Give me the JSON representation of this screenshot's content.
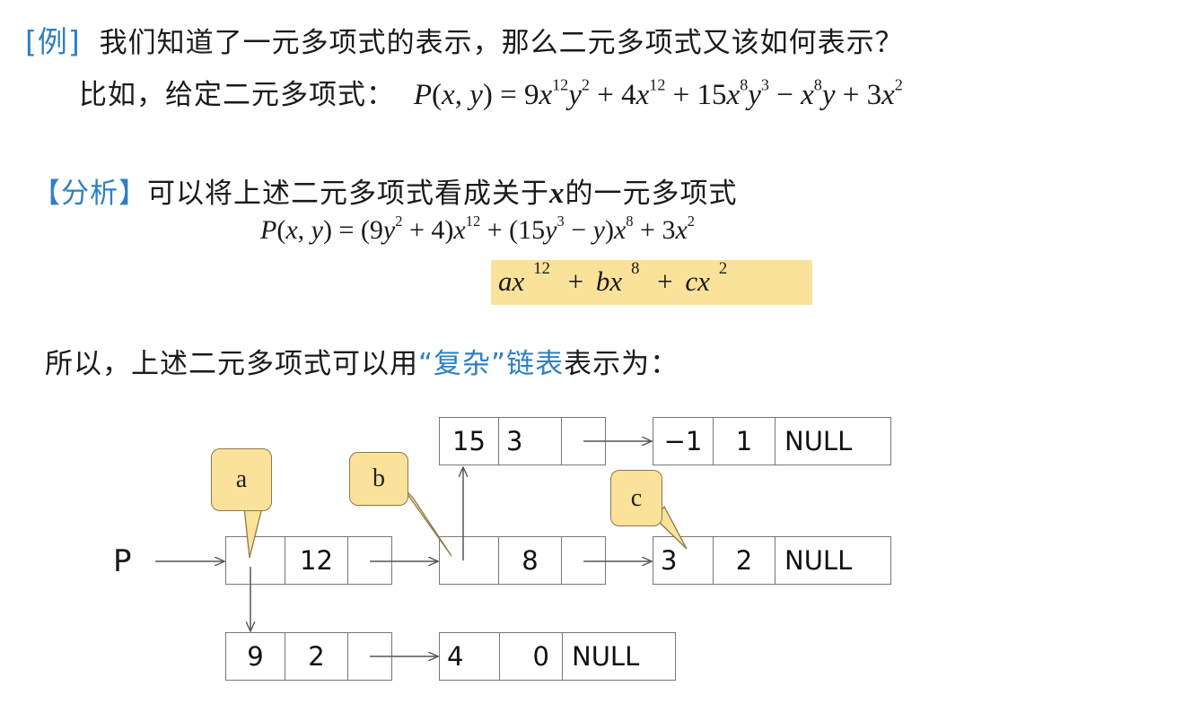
{
  "title": {
    "tag": "[例]",
    "text": "我们知道了一元多项式的表示，那么二元多项式又该如何表示？"
  },
  "example": {
    "label": "比如，给定二元多项式：",
    "formula": "P(x, y) = 9x^12 y^2 + 4x^12 + 15x^8 y^3 − x^8 y + 3x^2"
  },
  "analysis": {
    "tag": "【分析】",
    "text_before": "可以将上述二元多项式看成关于",
    "variable": "x",
    "text_after": "的一元多项式",
    "formula": "P(x, y) = (9y^2 + 4)x^12 + (15y^3 − y)x^8 + 3x^2",
    "highlight": {
      "a": "a",
      "x1": "x",
      "e1": "12",
      "plus1": "+",
      "b": "b",
      "x2": "x",
      "e2": "8",
      "plus2": "+",
      "c": "c",
      "x3": "x",
      "e3": "2",
      "color": "#fbe29a"
    }
  },
  "conclusion": {
    "text_before": "所以，上述二元多项式可以用",
    "highlight_quoted": "“复杂”",
    "highlight_word": "链表",
    "text_after": "表示为：",
    "accent_color": "#2e7fc4"
  },
  "diagram": {
    "head_pointer": "P",
    "callouts": {
      "a": "a",
      "b": "b",
      "c": "c"
    },
    "nodes": {
      "main1": [
        "",
        "12",
        ""
      ],
      "main2": [
        "",
        "8",
        ""
      ],
      "main3": [
        "3",
        "2",
        "NULL"
      ],
      "sub_a1": [
        "9",
        "2",
        ""
      ],
      "sub_a2": [
        "4",
        "0",
        "NULL"
      ],
      "sub_b1": [
        "15",
        "3",
        ""
      ],
      "sub_b2": [
        "−1",
        "1",
        "NULL"
      ]
    }
  }
}
